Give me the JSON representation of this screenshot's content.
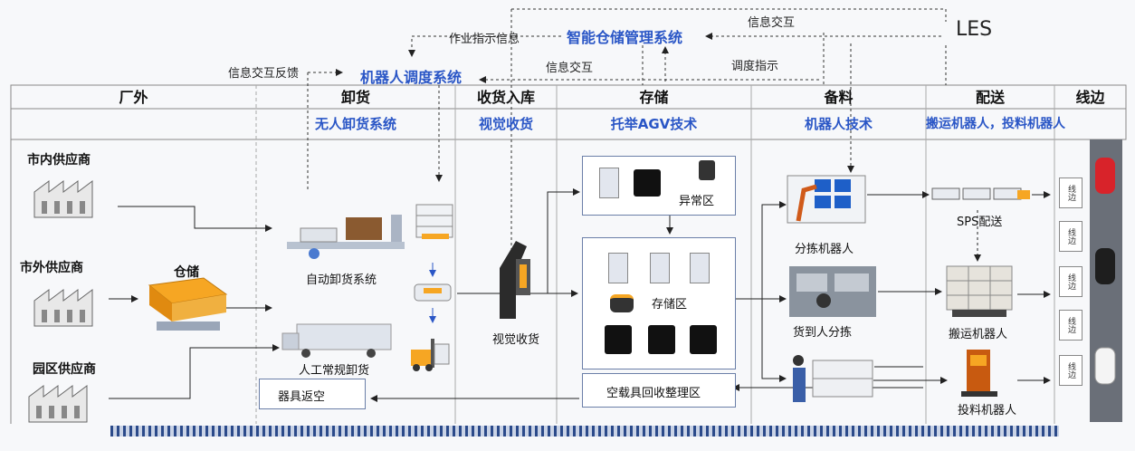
{
  "top": {
    "les": "LES",
    "wms": "智能仓储管理系统",
    "rcs": "机器人调度系统",
    "links": {
      "task_instruction": "作业指示信息",
      "info_exchange_1": "信息交互",
      "info_exchange_2": "信息交互",
      "info_feedback": "信息交互反馈",
      "dispatch": "调度指示"
    }
  },
  "columns": [
    {
      "header": "厂外",
      "sub": ""
    },
    {
      "header": "卸货",
      "sub": "无人卸货系统"
    },
    {
      "header": "收货入库",
      "sub": "视觉收货"
    },
    {
      "header": "存储",
      "sub": "托举AGV技术"
    },
    {
      "header": "备料",
      "sub": "机器人技术"
    },
    {
      "header": "配送",
      "sub": "搬运机器人，投料机器人"
    },
    {
      "header": "线边",
      "sub": ""
    }
  ],
  "suppliers": {
    "city_in": "市内供应商",
    "city_out": "市外供应商",
    "park": "园区供应商",
    "warehouse": "仓储"
  },
  "unload": {
    "auto": "自动卸货系统",
    "manual": "人工常规卸货",
    "empty": "器具返空"
  },
  "receive": {
    "visual": "视觉收货"
  },
  "storage": {
    "abnormal": "异常区",
    "store": "存储区",
    "empty_return": "空载具回收整理区"
  },
  "prep": {
    "sorting_robot": "分拣机器人",
    "goods_to_person": "货到人分拣"
  },
  "delivery": {
    "sps": "SPS配送",
    "carry_robot": "搬运机器人",
    "feed_robot": "投料机器人"
  },
  "lineside": {
    "icons": [
      "线边",
      "线边",
      "线边",
      "线边",
      "线边"
    ]
  },
  "colors": {
    "accent": "#2a56c6",
    "arrow": "#222222"
  }
}
